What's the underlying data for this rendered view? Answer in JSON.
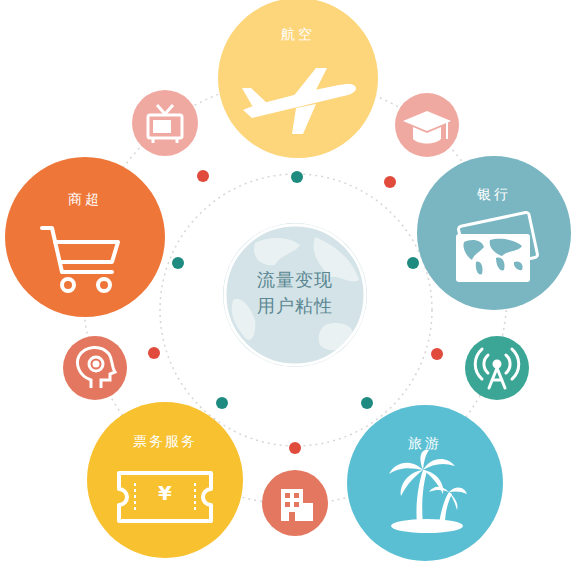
{
  "diagram": {
    "nodes": [
      {
        "text": [
          "航空"
        ]
      },
      {
        "text": [
          "商超"
        ]
      },
      {
        "text": [
          "流量变现 用户粘性"
        ]
      },
      {
        "text": [
          "银行"
        ]
      },
      {
        "text": [
          "票务服务",
          "¥"
        ]
      },
      {
        "text": [
          "旅游"
        ]
      }
    ]
  }
}
